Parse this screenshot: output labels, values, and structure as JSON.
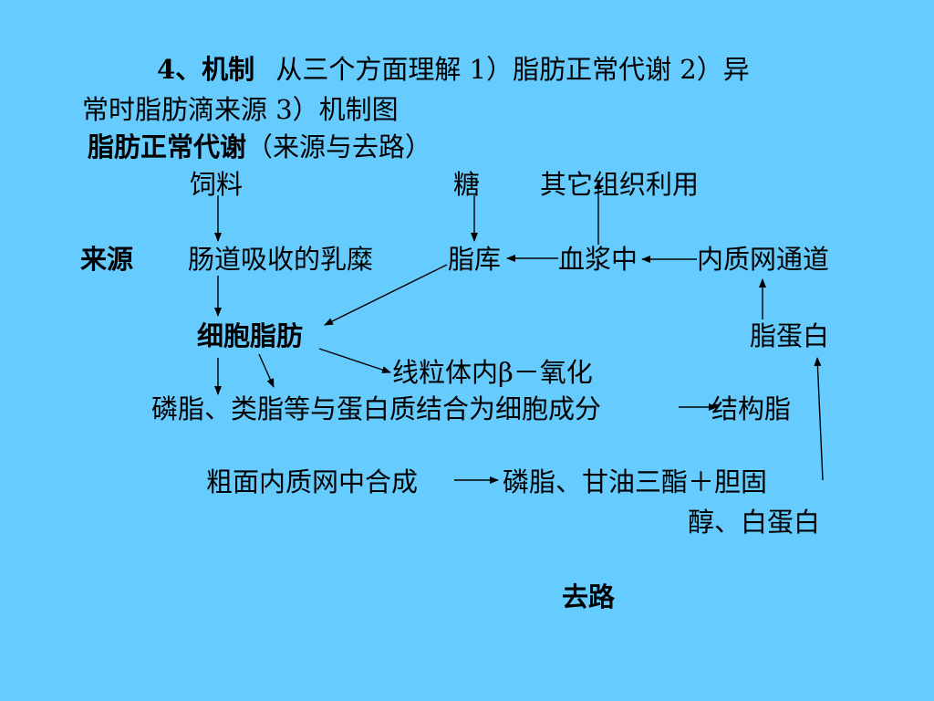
{
  "heading": {
    "number_label": "4、机制",
    "line1_rest": "从三个方面理解 1）脂肪正常代谢  2）异",
    "line2": "常时脂肪滴来源  3）机制图"
  },
  "subheading": {
    "title": "脂肪正常代谢",
    "paren": "（来源与去路）"
  },
  "nodes": {
    "feed": "饲料",
    "sugar": "糖",
    "other_tissue": "其它组织利用",
    "source_label": "来源",
    "chylomicron": "肠道吸收的乳糜",
    "fat_depot": "脂库",
    "plasma": "血浆中",
    "er_channel": "内质网通道",
    "cell_fat": "细胞脂肪",
    "lipoprotein": "脂蛋白",
    "beta_oxidation": "线粒体内β－氧化",
    "phospholipid_binding": "磷脂、类脂等与蛋白质结合为细胞成分",
    "structural_fat": "结构脂",
    "rough_er": "粗面内质网中合成",
    "products_line1": "磷脂、甘油三酯＋胆固",
    "products_line2": "醇、白蛋白",
    "fate_label": "去路"
  },
  "colors": {
    "background": "#66ccff",
    "ink": "#000000"
  }
}
